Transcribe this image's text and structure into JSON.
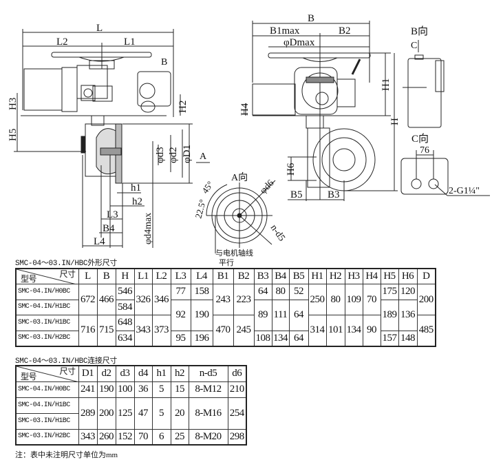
{
  "drawing": {
    "left_view": {
      "L": "L",
      "L1": "L1",
      "L2": "L2",
      "B_arrow": "B",
      "H3": "H3",
      "H2": "H2",
      "H5": "H5",
      "d3": "φd3",
      "d2": "φd2",
      "D1": "φD1",
      "A_arrow": "A",
      "h1": "h1",
      "h2": "h2",
      "L3": "L3",
      "B4": "B4",
      "L4": "L4",
      "d4max": "φd4max"
    },
    "front_view": {
      "B": "B",
      "B1max": "B1max",
      "B2": "B2",
      "Dmax": "φDmax",
      "H1": "H1",
      "H": "H",
      "H4": "H4",
      "H6": "H6",
      "B5": "B5",
      "B3": "B3"
    },
    "b_view": {
      "title": "B向",
      "C_arrow": "C"
    },
    "c_view": {
      "title": "C向",
      "dim": "76",
      "thread": "2-G1¼\""
    },
    "a_view": {
      "title": "A向",
      "angle1": "22.5°",
      "angle2": "45°",
      "d6": "φd6",
      "nd5": "n-d5",
      "note1": "与电机轴线",
      "note2": "平行"
    }
  },
  "table1": {
    "title": "SMC-04～03.IN/HBC外形尺寸",
    "corner_top": "尺寸",
    "corner_bottom": "型号",
    "headers": [
      "L",
      "B",
      "H",
      "L1",
      "L2",
      "L3",
      "L4",
      "B1",
      "B2",
      "B3",
      "B4",
      "B5",
      "H1",
      "H2",
      "H3",
      "H4",
      "H5",
      "H6",
      "D"
    ],
    "models": [
      "SMC-04.IN/H0BC",
      "SMC-04.IN/H1BC",
      "SMC-03.IN/H1BC",
      "SMC-03.IN/H2BC"
    ],
    "L": [
      "672",
      "716"
    ],
    "B": [
      "466",
      "715"
    ],
    "H": [
      "546",
      "584",
      "648",
      "634"
    ],
    "L1": [
      "326",
      "343"
    ],
    "L2": [
      "346",
      "373"
    ],
    "L3": [
      "77",
      "92",
      "95"
    ],
    "L4": [
      "158",
      "190",
      "196"
    ],
    "B1": [
      "243",
      "470"
    ],
    "B2": [
      "223",
      "245"
    ],
    "B3": [
      "64",
      "89",
      "108"
    ],
    "B4": [
      "80",
      "111",
      "134"
    ],
    "B5": [
      "52",
      "64",
      "64"
    ],
    "H1": [
      "250",
      "314"
    ],
    "H2": [
      "80",
      "101"
    ],
    "H3": [
      "109",
      "134"
    ],
    "H4": [
      "70",
      "90"
    ],
    "H5": [
      "175",
      "189",
      "157"
    ],
    "H6": [
      "120",
      "136",
      "148"
    ],
    "D": [
      "200",
      "485"
    ]
  },
  "table2": {
    "title": "SMC-04～03.IN/HBC连接尺寸",
    "corner_top": "尺寸",
    "corner_bottom": "型号",
    "headers": [
      "D1",
      "d2",
      "d3",
      "d4",
      "h1",
      "h2",
      "n-d5",
      "d6"
    ],
    "models": [
      "SMC-04.IN/H0BC",
      "SMC-04.IN/H1BC",
      "SMC-03.IN/H1BC",
      "SMC-03.IN/H2BC"
    ],
    "rows": [
      [
        "241",
        "190",
        "100",
        "36",
        "5",
        "15",
        "8-M12",
        "210"
      ],
      [
        "289",
        "200",
        "125",
        "47",
        "5",
        "20",
        "8-M16",
        "254"
      ],
      [
        "343",
        "260",
        "152",
        "70",
        "6",
        "25",
        "8-M20",
        "298"
      ]
    ]
  },
  "note": "注：表中未注明尺寸单位为mm"
}
